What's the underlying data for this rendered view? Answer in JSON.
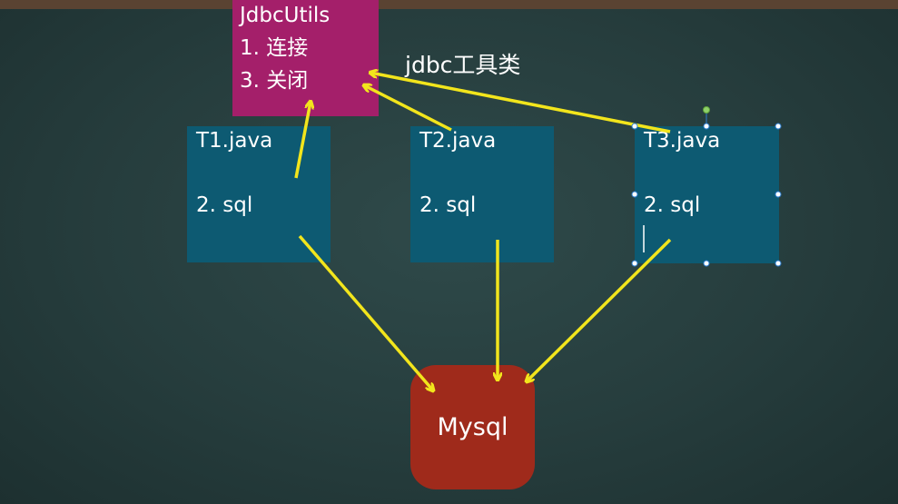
{
  "utils_box": {
    "title": "JdbcUtils",
    "line1": "1. 连接",
    "line3": "3. 关闭",
    "color": "#a41f6a"
  },
  "tool_label": "jdbc工具类",
  "java_files": [
    {
      "name": "T1.java",
      "step": "2. sql"
    },
    {
      "name": "T2.java",
      "step": "2. sql"
    },
    {
      "name": "T3.java",
      "step": "2. sql"
    }
  ],
  "database": {
    "name": "Mysql",
    "color": "#9f2a1b"
  },
  "colors": {
    "java_box": "#0d5a72",
    "arrow": "#f2e51c",
    "board": "#263d3d"
  }
}
